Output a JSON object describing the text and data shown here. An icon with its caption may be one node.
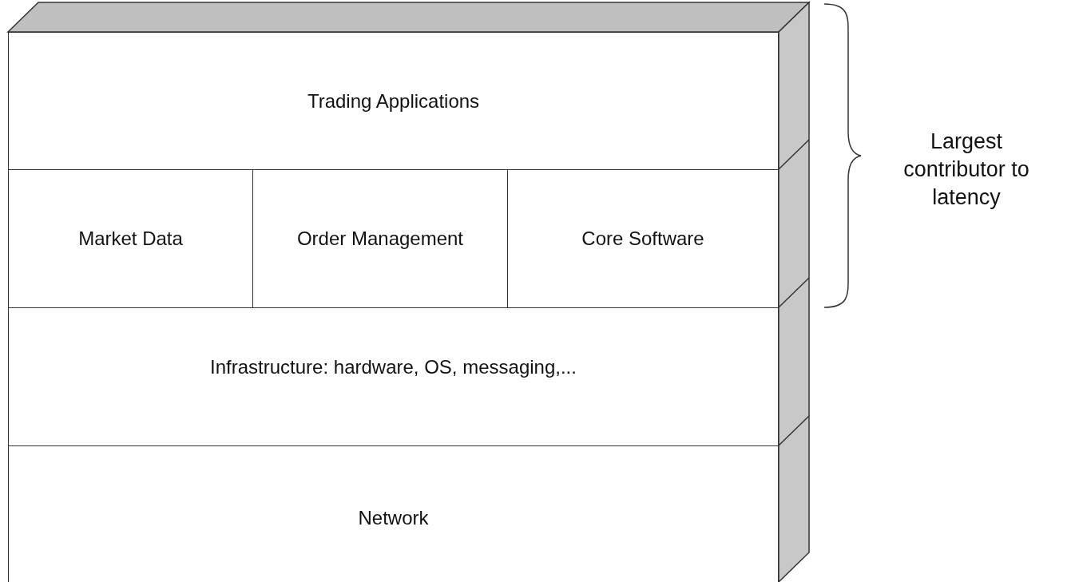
{
  "diagram": {
    "nodes": [
      {
        "text": [
          "Trading Applications"
        ]
      },
      {
        "text": [
          "Market Data"
        ]
      },
      {
        "text": [
          "Order Management"
        ]
      },
      {
        "text": [
          "Core Software"
        ]
      },
      {
        "text": [
          "Infrastructure: hardware, OS, messaging,..."
        ]
      },
      {
        "text": [
          "Network"
        ]
      }
    ],
    "labels": [
      "Largest contributor to latency"
    ]
  }
}
